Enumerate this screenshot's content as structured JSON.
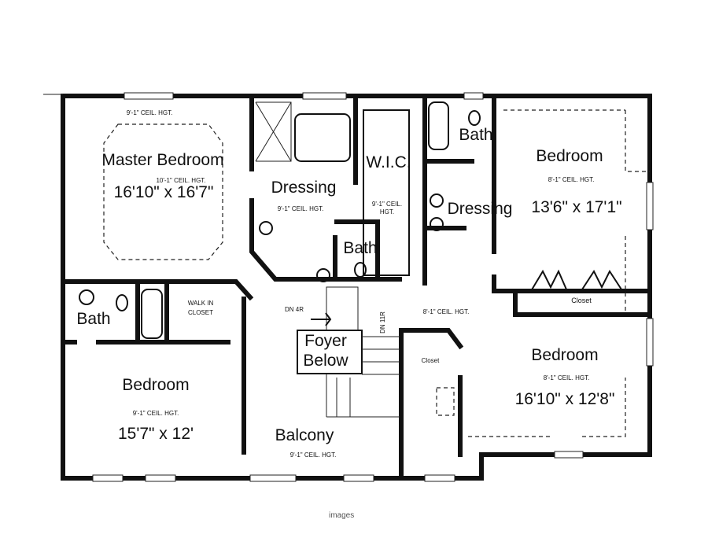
{
  "plan": {
    "rooms": [
      {
        "id": "master-bedroom",
        "name": "Master Bedroom",
        "ceiling": "10'-1\" CEIL. HGT.",
        "size": "16'10\" x 16'7\"",
        "top_ceiling": "9'-1\" CEIL. HGT."
      },
      {
        "id": "dressing-master",
        "name": "Dressing",
        "ceiling": "9'-1\" CEIL. HGT."
      },
      {
        "id": "wic",
        "name": "W.I.C.",
        "ceiling_line1": "9'-1\" CEIL.",
        "ceiling_line2": "HGT."
      },
      {
        "id": "bath-master",
        "name": "Bath"
      },
      {
        "id": "bath-right",
        "name": "Bath"
      },
      {
        "id": "dressing-right",
        "name": "Dressing"
      },
      {
        "id": "bedroom-upper-right",
        "name": "Bedroom",
        "ceiling": "8'-1\" CEIL. HGT.",
        "size": "13'6\" x 17'1\""
      },
      {
        "id": "closet-upper-right",
        "name": "Closet"
      },
      {
        "id": "hall",
        "ceiling": "8'-1\" CEIL. HGT."
      },
      {
        "id": "foyer",
        "name_line1": "Foyer",
        "name_line2": "Below"
      },
      {
        "id": "closet-lower-right",
        "name": "Closet"
      },
      {
        "id": "bedroom-lower-right",
        "name": "Bedroom",
        "ceiling": "8'-1\" CEIL. HGT.",
        "size": "16'10\" x 12'8\""
      },
      {
        "id": "bath-left",
        "name": "Bath"
      },
      {
        "id": "walk-in-closet",
        "name_line1": "WALK IN",
        "name_line2": "CLOSET"
      },
      {
        "id": "bedroom-lower-left",
        "name": "Bedroom",
        "ceiling": "9'-1\" CEIL. HGT.",
        "size": "15'7\" x 12'"
      },
      {
        "id": "balcony",
        "name": "Balcony",
        "ceiling": "9'-1\" CEIL. HGT."
      }
    ],
    "stairs": {
      "down_short": "DN 4R",
      "down_long": "DN 11R"
    },
    "watermark": "images"
  }
}
